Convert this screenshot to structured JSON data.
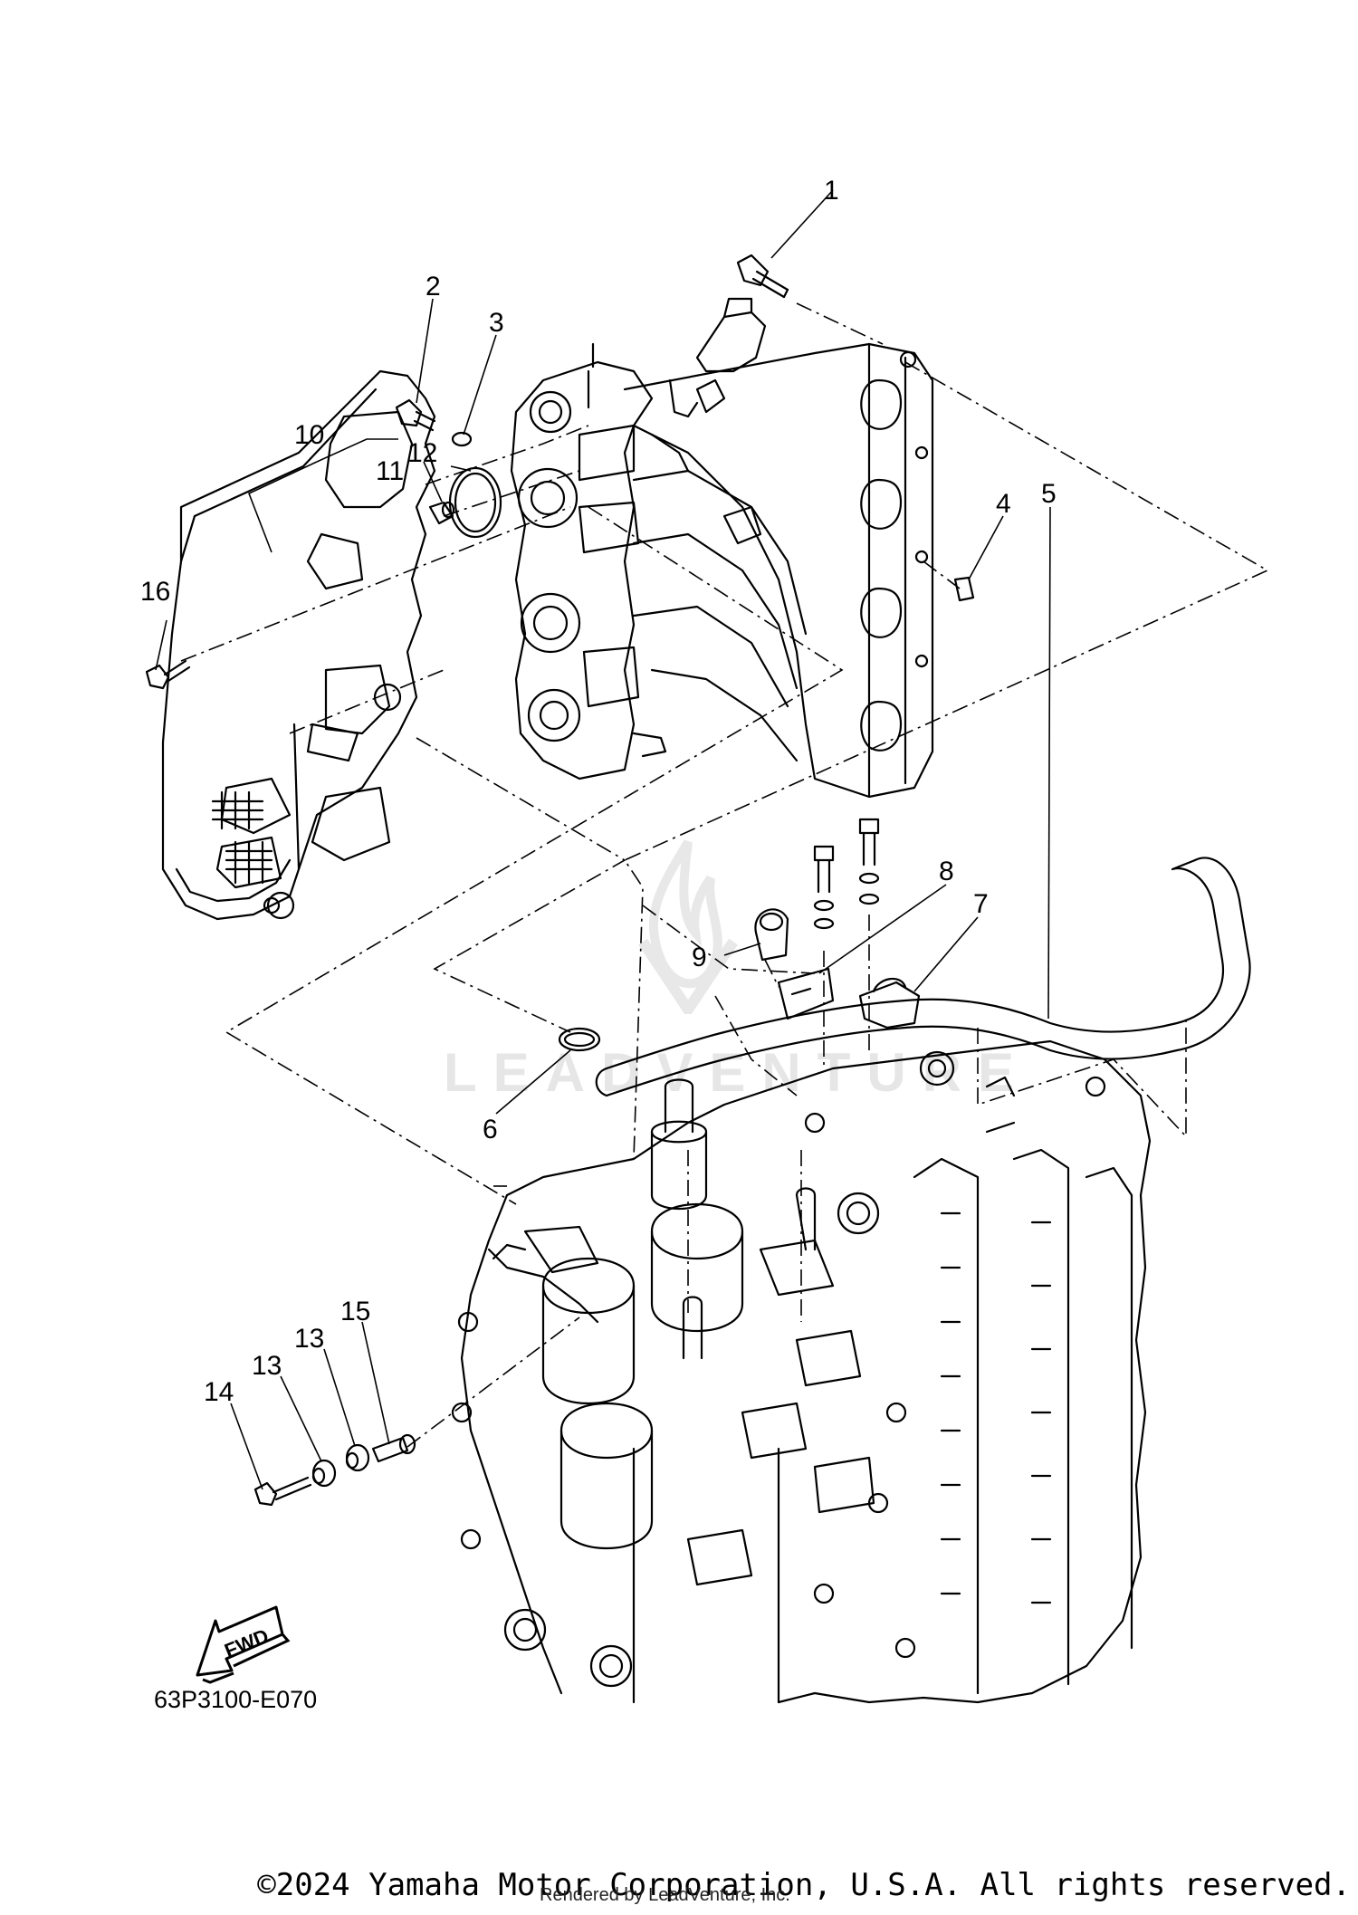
{
  "callouts": [
    {
      "id": "1",
      "label": "1"
    },
    {
      "id": "2",
      "label": "2"
    },
    {
      "id": "3",
      "label": "3"
    },
    {
      "id": "4",
      "label": "4"
    },
    {
      "id": "5",
      "label": "5"
    },
    {
      "id": "6",
      "label": "6"
    },
    {
      "id": "7",
      "label": "7"
    },
    {
      "id": "8",
      "label": "8"
    },
    {
      "id": "9",
      "label": "9"
    },
    {
      "id": "10",
      "label": "10"
    },
    {
      "id": "11",
      "label": "11"
    },
    {
      "id": "12",
      "label": "12"
    },
    {
      "id": "13a",
      "label": "13"
    },
    {
      "id": "13b",
      "label": "13"
    },
    {
      "id": "14",
      "label": "14"
    },
    {
      "id": "15",
      "label": "15"
    },
    {
      "id": "16",
      "label": "16"
    }
  ],
  "part_code": "63P3100-E070",
  "fwd_label": "FWD",
  "copyright": "©2024 Yamaha Motor Corporation, U.S.A. All rights reserved.",
  "rendered_by": "Rendered by LeadVenture, Inc.",
  "watermark": "LEADVENTURE",
  "colors": {
    "line": "#000000",
    "watermark": "#e6e6e6",
    "background": "#ffffff"
  }
}
